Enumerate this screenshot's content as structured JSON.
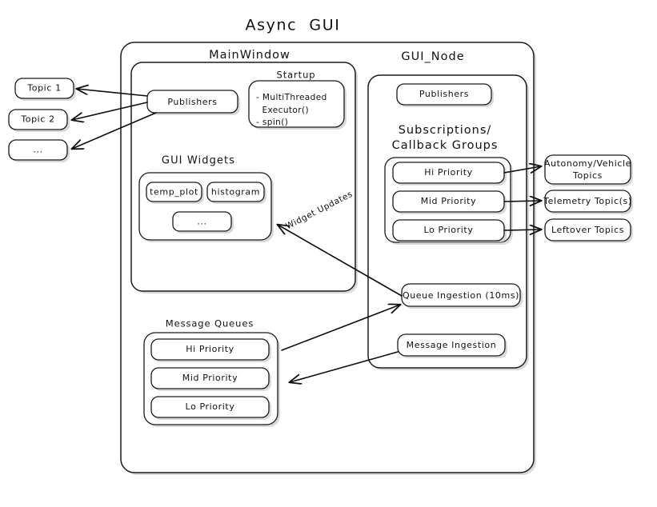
{
  "diagram": {
    "title": "Async  GUI",
    "background_color": "#ffffff",
    "line_color": "#0d0d0d",
    "containers": {
      "outer": {
        "label": ""
      },
      "mainwindow": {
        "label": "MainWindow"
      },
      "gui_node": {
        "label": "GUI_Node"
      },
      "startup": {
        "label": "Startup"
      },
      "gui_widgets": {
        "label": "GUI Widgets"
      },
      "message_queues": {
        "label": "Message Queues"
      },
      "subscriptions": {
        "label_line1": "Subscriptions/",
        "label_line2": "Callback Groups"
      }
    },
    "left_topics": [
      {
        "label": "Topic 1"
      },
      {
        "label": "Topic 2"
      },
      {
        "label": "..."
      }
    ],
    "right_topics": [
      {
        "label_line1": "Autonomy/Vehicle",
        "label_line2": "Topics"
      },
      {
        "label_line1": "Telemetry Topic(s)",
        "label_line2": ""
      },
      {
        "label_line1": "Leftover Topics",
        "label_line2": ""
      }
    ],
    "mainwindow_nodes": {
      "publishers": "Publishers",
      "startup_lines": [
        "- MultiThreaded",
        "  Executor()",
        "- spin()"
      ],
      "widgets": [
        {
          "label": "temp_plot"
        },
        {
          "label": "histogram"
        },
        {
          "label": "..."
        }
      ]
    },
    "gui_node_nodes": {
      "publishers": "Publishers",
      "callback_groups": [
        {
          "label": "Hi Priority"
        },
        {
          "label": "Mid Priority"
        },
        {
          "label": "Lo Priority"
        }
      ],
      "queue_ingestion": "Queue Ingestion (10ms)",
      "message_ingestion": "Message Ingestion"
    },
    "message_queue_nodes": [
      {
        "label": "Hi Priority"
      },
      {
        "label": "Mid Priority"
      },
      {
        "label": "Lo Priority"
      }
    ],
    "edge_labels": {
      "widget_updates": "Widget Updates"
    }
  }
}
